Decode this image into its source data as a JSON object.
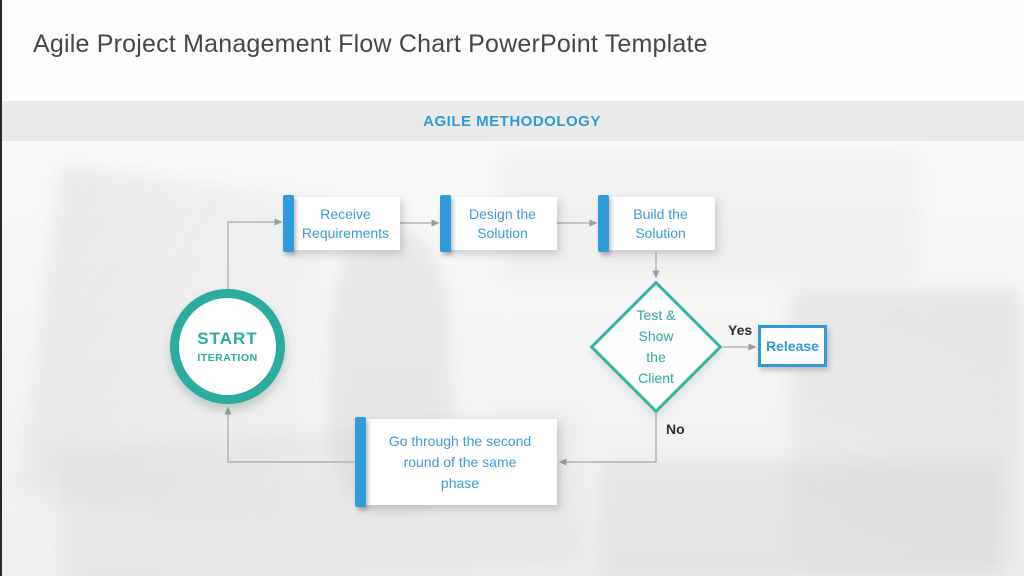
{
  "page": {
    "title": "Agile Project Management Flow Chart PowerPoint Template"
  },
  "banner": {
    "label": "AGILE METHODOLOGY"
  },
  "flowchart": {
    "start": {
      "line1": "START",
      "line2": "ITERATION"
    },
    "steps": [
      {
        "label": "Receive Requirements",
        "lines": [
          "Receive",
          "Requirements"
        ]
      },
      {
        "label": "Design the Solution",
        "lines": [
          "Design the",
          "Solution"
        ]
      },
      {
        "label": "Build the Solution",
        "lines": [
          "Build the",
          "Solution"
        ]
      }
    ],
    "decision": {
      "label": "Test & Show the Client",
      "lines": [
        "Test &",
        "Show",
        "the",
        "Client"
      ]
    },
    "branches": {
      "yes_label": "Yes",
      "no_label": "No"
    },
    "release": {
      "label": "Release"
    },
    "loop": {
      "label": "Go through the second round of the same phase",
      "lines": [
        "Go through the second",
        "round of the same",
        "phase"
      ]
    }
  },
  "colors": {
    "accent_blue": "#2E9CDA",
    "box_text_blue": "#3B9CD6",
    "teal": "#2BAD9E",
    "banner_text_blue": "#2E9BD6",
    "banner_background": "#EAEAEA",
    "connector_gray": "#A8A8A8"
  }
}
